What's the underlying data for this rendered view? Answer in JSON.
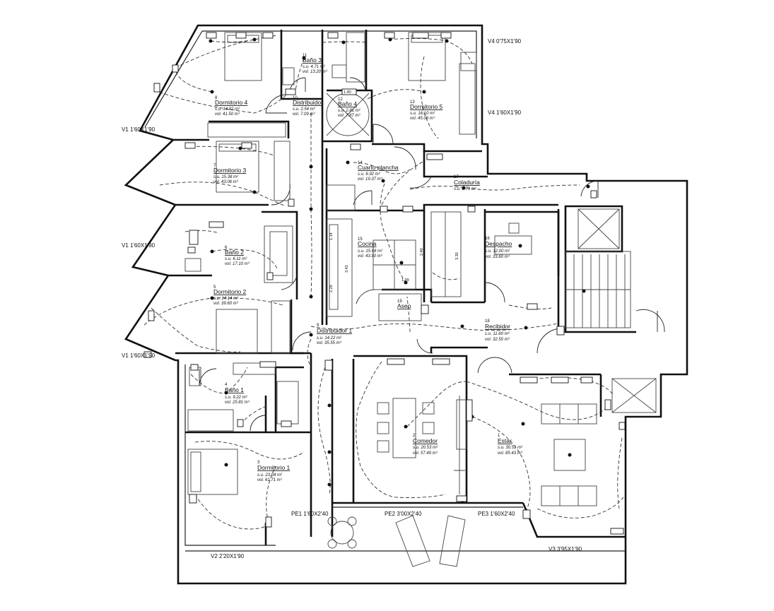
{
  "rooms": [
    {
      "num": "8",
      "name": "Dormitorio 4",
      "su": "s.u. 14.82 m²",
      "vol": "vol. 41.50 m³"
    },
    {
      "num": "10",
      "name": "Distribuidor",
      "su": "s.u. 2.54 m²",
      "vol": "vol. 7.09 m³"
    },
    {
      "num": "11",
      "name": "Baño 3",
      "su": "s.u. 4.71 m²",
      "vol": "vol. 13.20 m³"
    },
    {
      "num": "12",
      "name": "Baño 4",
      "su": "s.u. 2.81 m²",
      "vol": "vol. 7.87 m³"
    },
    {
      "num": "13",
      "name": "Dormitorio 5",
      "su": "s.u. 16.10 m²",
      "vol": "vol. 45.08 m³"
    },
    {
      "num": "7",
      "name": "Dormitorio 3",
      "su": "s.u. 15.38 m²",
      "vol": "vol. 43.06 m³"
    },
    {
      "num": "14",
      "name": "Cuarto plancha",
      "su": "s.u. 6.92 m²",
      "vol": "vol. 19.37 m³"
    },
    {
      "num": "17",
      "name": "Coladuría",
      "su": "s.u. 8.73 m²",
      "vol": ""
    },
    {
      "num": "6",
      "name": "Baño 2",
      "su": "s.u. 6.11 m²",
      "vol": "vol. 17.10 m³"
    },
    {
      "num": "15",
      "name": "Cocina",
      "su": "s.u. 15.68 m²",
      "vol": "vol. 43.90 m³"
    },
    {
      "num": "16",
      "name": "Despacho",
      "su": "s.u. 12.00 m²",
      "vol": "vol. 33.60 m³"
    },
    {
      "num": "5",
      "name": "Dormitorio 2",
      "su": "s.u. 14.14 m²",
      "vol": "vol. 39.60 m³"
    },
    {
      "num": "19",
      "name": "Aseo",
      "su": "",
      "vol": ""
    },
    {
      "num": "9",
      "name": "Distribuidor 1",
      "su": "s.u. 14.22 m²",
      "vol": "vol. 35.55 m³"
    },
    {
      "num": "18",
      "name": "Recibidor",
      "su": "s.u. 11.60 m²",
      "vol": "vol. 32.50 m³"
    },
    {
      "num": "4",
      "name": "Baño 1",
      "su": "s.u. 9.22 m²",
      "vol": "vol. 25.81 m³"
    },
    {
      "num": "2",
      "name": "Comedor",
      "su": "s.u. 20.53 m²",
      "vol": "vol. 57.49 m³"
    },
    {
      "num": "1",
      "name": "Estar",
      "su": "s.u. 30.51 m²",
      "vol": "vol. 85.43 m³"
    },
    {
      "num": "3",
      "name": "Dormitorio 1",
      "su": "s.u. 23.04 m²",
      "vol": "vol. 61.71 m³"
    }
  ],
  "windows": {
    "v4a": "V4 0'75X1'90",
    "v4b": "V4 1'60X1'90",
    "v1a": "V1 1'60X1'90",
    "v1b": "V1 1'60X1'90",
    "v1c": "V1 1'60X1'90",
    "pe1": "PE1 1'60X2'40",
    "pe2": "PE2 3'00X2'40",
    "pe3": "PE3 1'60X2'40",
    "v3": "V3 3'95X1'90",
    "v2": "V2 2'20X1'90"
  },
  "dims": {
    "d1": "1.40",
    "d2": "1.14",
    "d3": "3.43",
    "d4": "2.28",
    "d5": "1.99",
    "d6": "2.40",
    "d7": "3.30"
  }
}
